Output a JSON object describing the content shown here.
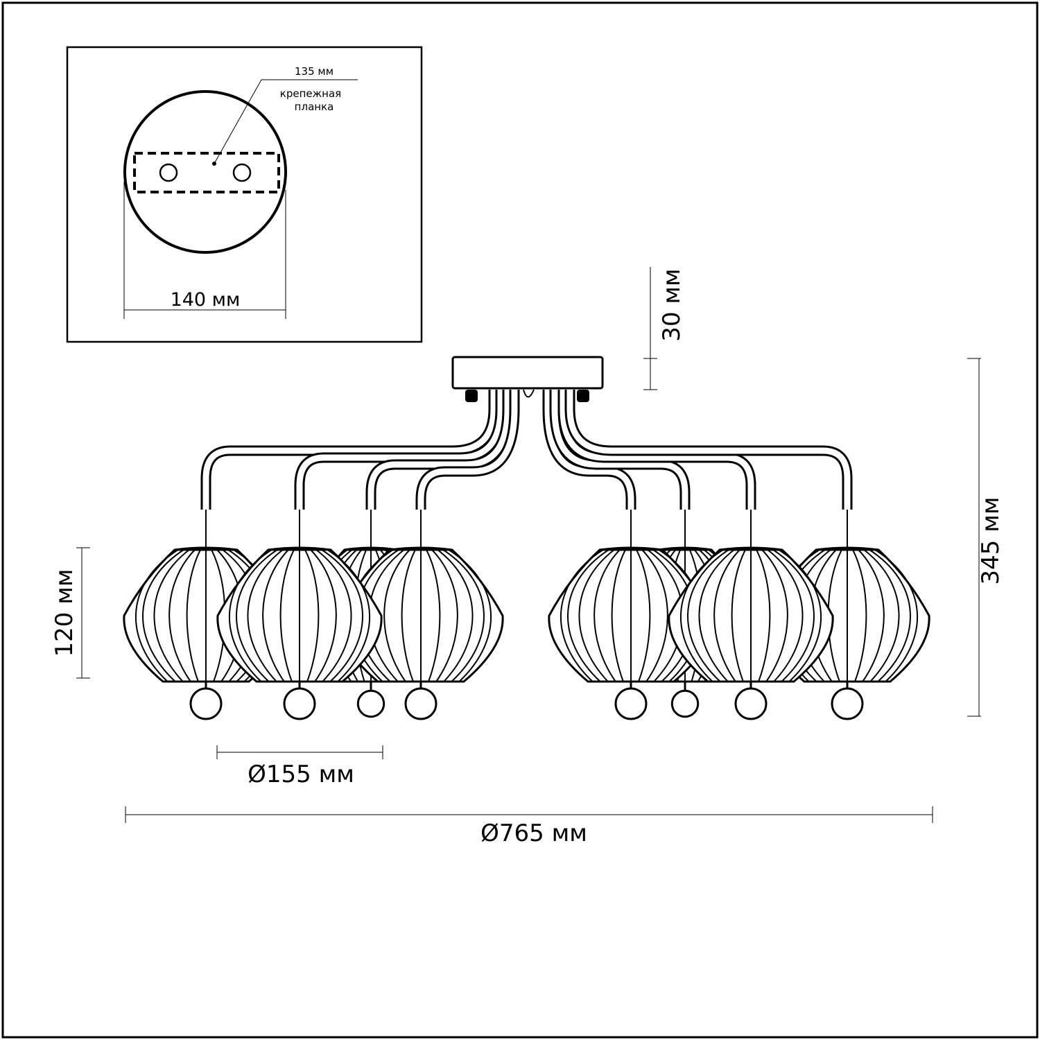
{
  "inset": {
    "plate_width": "135 мм",
    "plate_label_line1": "крепежная",
    "plate_label_line2": "планка",
    "canopy_diameter": "140 мм"
  },
  "dimensions": {
    "canopy_height": "30 мм",
    "total_height": "345 мм",
    "shade_height": "120 мм",
    "shade_diameter": "Ø155 мм",
    "total_diameter": "Ø765 мм"
  },
  "lamp_count": 8,
  "colors": {
    "line": "#000000",
    "background": "#ffffff"
  }
}
